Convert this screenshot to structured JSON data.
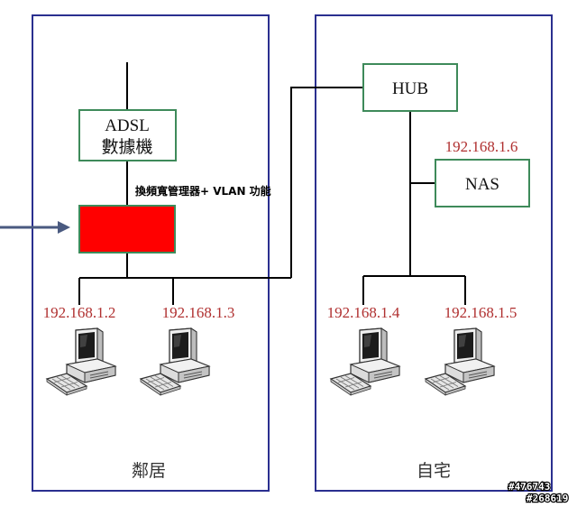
{
  "colors": {
    "zone_border": "#2a2f8f",
    "device_border": "#3e8a5a",
    "router_fill": "#ff0000",
    "arrow": "#4a5a80",
    "ip_text": "#b03030",
    "line": "#000000"
  },
  "zones": {
    "left": "鄰居",
    "right": "自宅"
  },
  "devices": {
    "modem": {
      "line1": "ADSL",
      "line2": "數據機"
    },
    "router_label": "換頻寬管理器+ VLAN 功能",
    "hub": "HUB",
    "nas": "NAS",
    "nas_ip": "192.168.1.6"
  },
  "computers": [
    {
      "ip": "192.168.1.2",
      "icon": "desktop-computer-icon"
    },
    {
      "ip": "192.168.1.3",
      "icon": "desktop-computer-icon"
    },
    {
      "ip": "192.168.1.4",
      "icon": "desktop-computer-icon"
    },
    {
      "ip": "192.168.1.5",
      "icon": "desktop-computer-icon"
    }
  ],
  "watermarks": {
    "line1": "#476743",
    "line2": "#268619"
  }
}
